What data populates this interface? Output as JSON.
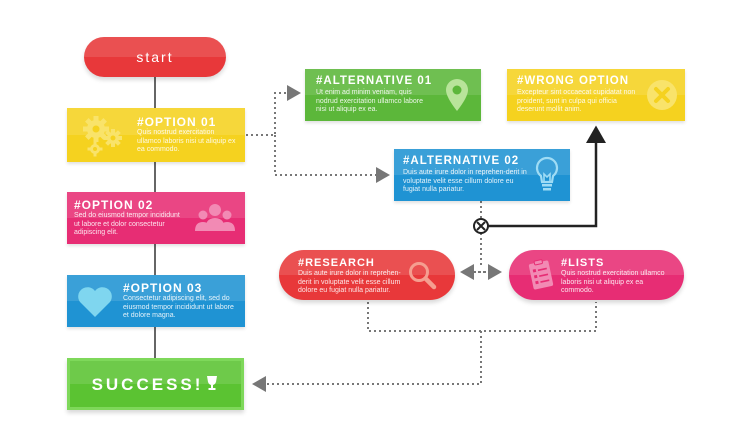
{
  "start": {
    "label": "start"
  },
  "option1": {
    "title": "#OPTION 01",
    "text": "Quis nostrud exercitation ullamco laboris nisi ut aliquip ex ea commodo."
  },
  "option2": {
    "title": "#OPTION 02",
    "text": "Sed do eiusmod tempor incididunt ut labore et dolor consectetur adipiscing elit."
  },
  "option3": {
    "title": "#OPTION 03",
    "text": "Consectetur adipiscing elit, sed do eiusmod tempor incididunt ut labore et dolore magna."
  },
  "success": {
    "label": "SUCCESS!"
  },
  "alternative1": {
    "title": "#ALTERNATIVE 01",
    "text": "Ut enim ad minim veniam, quis nodrud exercitation ullamco labore nisi ut aliquip ex ea."
  },
  "wrong_option": {
    "title": "#WRONG OPTION",
    "text": "Excepteur sint occaecat cupidatat non proident, sunt in culpa qui officia deserunt mollit anim."
  },
  "alternative2": {
    "title": "#ALTERNATIVE 02",
    "text": "Duis aute irure dolor in reprehen-derit in voluptate velit esse cillum dolore eu fugiat nulla pariatur."
  },
  "research": {
    "title": "#RESEARCH",
    "text": "Duis aute irure dolor in reprehen-derit in voluptate velit esse cillum dolore eu fugiat nulla pariatur."
  },
  "lists": {
    "title": "#LISTS",
    "text": "Quis nostrud exercitation ullamco laboris nisi ut aliquip ex ea commodo."
  },
  "icons": {
    "option1": "gears-icon",
    "option2": "people-icon",
    "option3": "heart-icon",
    "success": "trophy-icon",
    "alternative1": "map-pin-icon",
    "wrong_option": "x-circle-icon",
    "alternative2": "lightbulb-icon",
    "research": "magnifier-icon",
    "lists": "checklist-icon",
    "junction": "x-circle-junction-icon"
  },
  "colors": {
    "red": "#e8383a",
    "yellow": "#f5d21f",
    "pink": "#e72d74",
    "blue": "#1f93d3",
    "green": "#5cb73a",
    "success_green": "#5bc332"
  }
}
